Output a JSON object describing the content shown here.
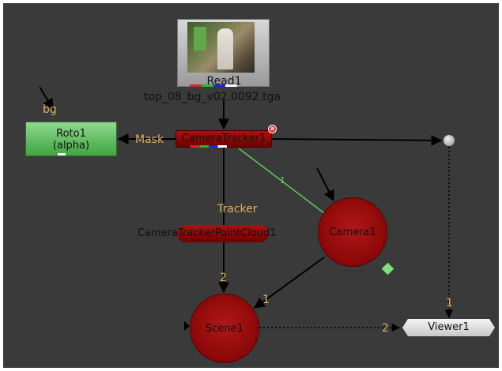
{
  "nodes": {
    "read": {
      "name": "Read1",
      "file": "top_08_bg_v02.0092.tga"
    },
    "roto": {
      "name": "Roto1",
      "channel": "(alpha)",
      "input_label": "bg"
    },
    "camera_tracker": {
      "name": "CameraTracker1",
      "badge": "a"
    },
    "point_cloud": {
      "name": "CameraTrackerPointCloud1",
      "input_label": "Tracker"
    },
    "camera": {
      "name": "Camera1"
    },
    "scene": {
      "name": "Scene1"
    },
    "viewer": {
      "name": "Viewer1"
    }
  },
  "edge_labels": {
    "mask": "Mask",
    "ct_to_camera": "1",
    "pointcloud_to_scene": "2",
    "camera_to_scene": "1",
    "scene_to_viewer": "2",
    "dot_to_viewer": "1"
  },
  "colors": {
    "background": "#3a3a3a",
    "roto_node": "#5cbf5c",
    "tracker_node": "#9a0a0a",
    "edge": "#000000",
    "camera_edge": "#5fc85f",
    "label": "#e0b060"
  }
}
